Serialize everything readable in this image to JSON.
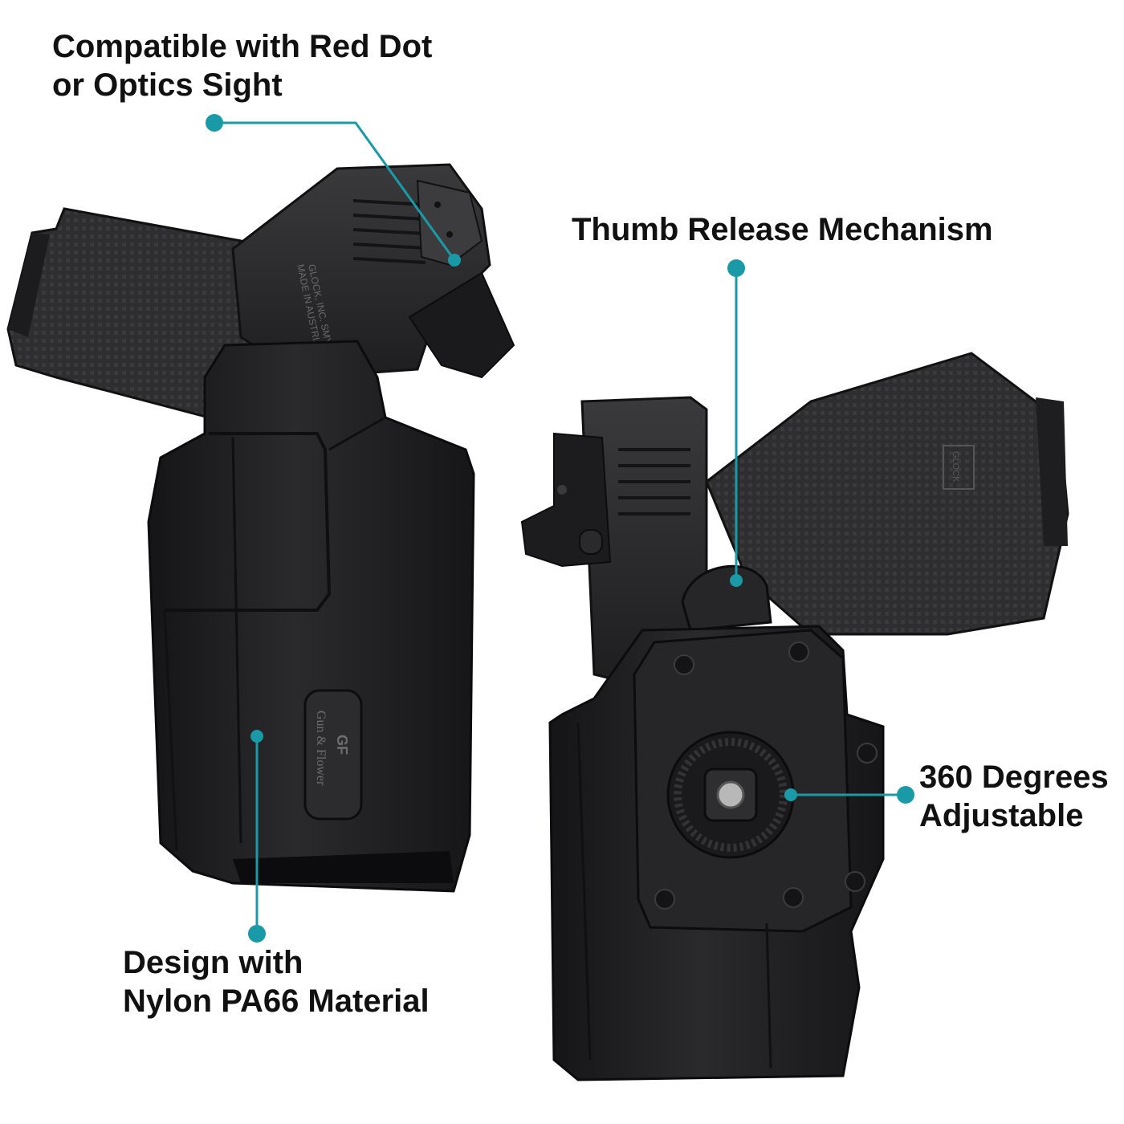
{
  "callouts": {
    "red_dot": {
      "line1": "Compatible with Red Dot",
      "line2": "or Optics Sight"
    },
    "thumb_release": {
      "text": "Thumb Release Mechanism"
    },
    "degrees": {
      "line1": "360 Degrees",
      "line2": "Adjustable"
    },
    "material": {
      "line1": "Design with",
      "line2": "Nylon PA66 Material"
    }
  },
  "markings": {
    "emboss_logo": "GF",
    "emboss_brand": "Gun & Flower",
    "slide_text_1": "MADE IN AUSTRIA",
    "slide_text_2": "GLOCK, INC. SMYRNA",
    "grip_logo": "GLOCK"
  },
  "colors": {
    "accent": "#1a9aa6",
    "text": "#111111",
    "holster": "#1f1f21",
    "gun": "#2b2b2d"
  }
}
